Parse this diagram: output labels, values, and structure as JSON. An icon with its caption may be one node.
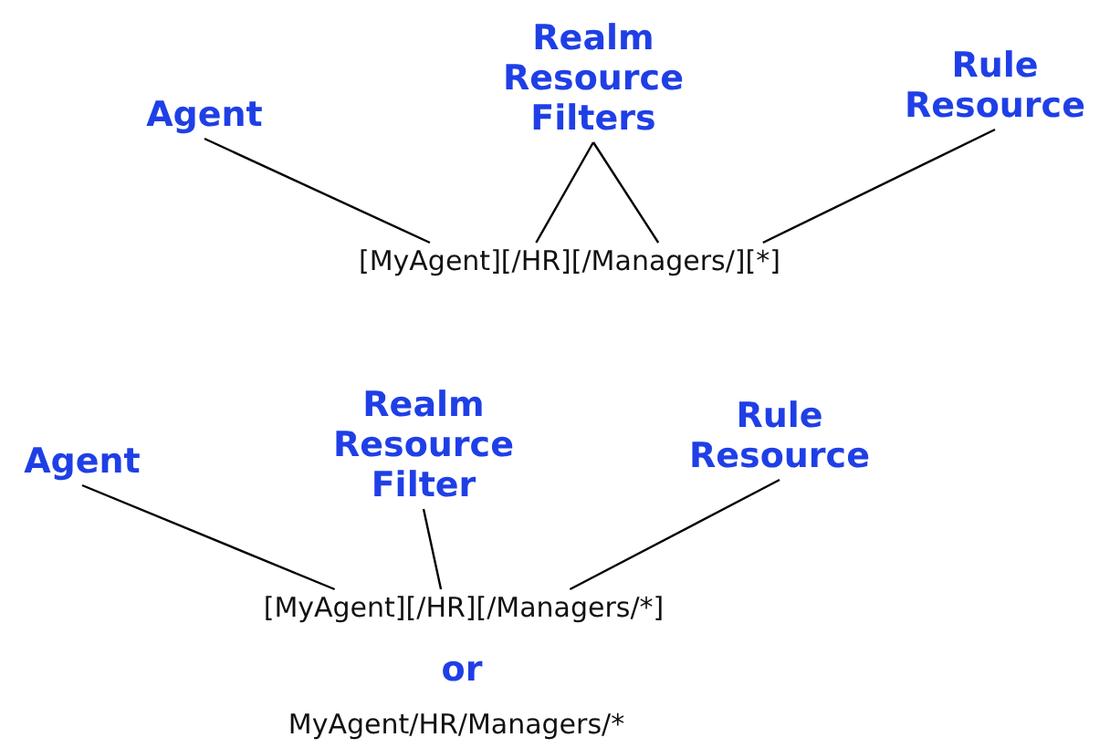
{
  "diagram": {
    "nodes": [
      {
        "text": [
          "Agent"
        ]
      },
      {
        "text": [
          "Realm Resource Filters"
        ]
      },
      {
        "text": [
          "Rule Resource"
        ]
      },
      {
        "text": [
          "[MyAgent]"
        ]
      },
      {
        "text": [
          "[/HR]"
        ]
      },
      {
        "text": [
          "[/Managers/]"
        ]
      },
      {
        "text": [
          "[*]"
        ]
      },
      {
        "text": [
          "Agent"
        ]
      },
      {
        "text": [
          "Realm Resource Filter"
        ]
      },
      {
        "text": [
          "Rule Resource"
        ]
      },
      {
        "text": [
          "[MyAgent]"
        ]
      },
      {
        "text": [
          "[/HR]"
        ]
      },
      {
        "text": [
          "[/Managers/*]"
        ]
      }
    ],
    "edges": [
      {
        "from": 0,
        "to": 3,
        "arrow": "none"
      },
      {
        "from": 1,
        "to": 4,
        "arrow": "none"
      },
      {
        "from": 1,
        "to": 5,
        "arrow": "none"
      },
      {
        "from": 2,
        "to": 6,
        "arrow": "none"
      },
      {
        "from": 7,
        "to": 10,
        "arrow": "none"
      },
      {
        "from": 8,
        "to": 11,
        "arrow": "none"
      },
      {
        "from": 9,
        "to": 12,
        "arrow": "none"
      }
    ],
    "labels": [
      "or",
      "MyAgent/HR/Managers/*"
    ]
  }
}
